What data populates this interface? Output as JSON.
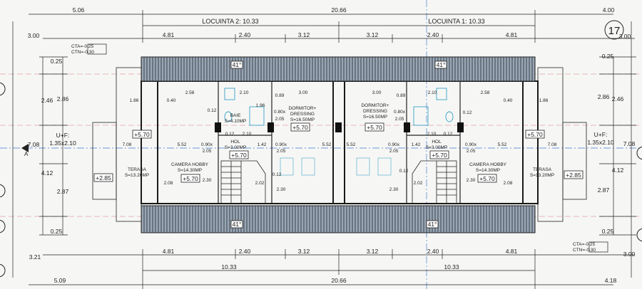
{
  "sheet": {
    "page_number": "17"
  },
  "top_dims": {
    "overall_left": "5.06",
    "overall_center": "20.66",
    "overall_right": "4.00",
    "unit_left": "LOCUINTA 2: 10.33",
    "unit_right": "LOCUINTA 1: 10.33",
    "seg": [
      "4.81",
      "2.40",
      "3.12",
      "3.12",
      "2.40",
      "4.81"
    ]
  },
  "bottom_dims": {
    "seg": [
      "4.81",
      "2.40",
      "3.12",
      "3.12",
      "2.40",
      "4.81"
    ],
    "unit_left": "10.33",
    "unit_right": "10.33",
    "overall_left": "5.09",
    "overall_center": "20.66",
    "overall_right": "4.18"
  },
  "left_dims": {
    "outer_top": "3.00",
    "outer_mid": "7.08",
    "outer_bottom": "3.21",
    "inner_top": "0.25",
    "a": "2.46",
    "b": "2.86",
    "c": "4.12",
    "d": "2.87",
    "inner_bottom": "0.25"
  },
  "right_dims": {
    "outer_top": "3.00",
    "outer_mid": "7.08",
    "outer_bottom": "3.00",
    "inner_top": "0.25",
    "a": "2.46",
    "b": "2.86",
    "c": "4.12",
    "d": "2.87",
    "inner_bottom": "0.25"
  },
  "levels": {
    "top_left_cta": "CTA=-0.25",
    "top_left_ctn": "CTN=-0.30",
    "bottom_right_cta": "CTA=-0.25",
    "bottom_right_ctn": "CTN=-0.30",
    "roof_slope": "41°"
  },
  "section_marker": "A",
  "windows": {
    "left": "U+F:",
    "left_size": "1.35x2.10",
    "right": "U+F:",
    "right_size": "1.35x2.10"
  },
  "rooms": {
    "baie_left": {
      "name": "BAIE",
      "area": "S=4.10MP"
    },
    "dormitor_left": {
      "name": "DORMITOR+",
      "name2": "DRESSING",
      "area": "S=16.50MP"
    },
    "dormitor_right": {
      "name": "DORMITOR+",
      "name2": "DRESSING",
      "area": "S=16.50MP"
    },
    "hol_left": {
      "name": "HOL",
      "area": "S=3.00MP"
    },
    "hol_right": {
      "name": "HOL",
      "area": "S=3.00MP"
    },
    "camera_left": {
      "name": "CAMERA HOBBY",
      "area": "S=14.30MP"
    },
    "camera_right": {
      "name": "CAMERA HOBBY",
      "area": "S=14.30MP"
    },
    "terasa_left": {
      "name": "TERASA",
      "area": "S=13.20MP"
    },
    "terasa_right": {
      "name": "TERASA",
      "area": "S=13.20MP"
    }
  },
  "elevation_tags": {
    "e570": "+5.70",
    "e285": "+2.85"
  },
  "inner_dims": {
    "d258": "2.58",
    "d210": "2.10",
    "d089": "0.89",
    "d300": "3.00",
    "d186": "1.86",
    "d040": "0.40",
    "d012": "0.12",
    "d196": "1.96",
    "d080": "0.80x",
    "d205": "2.05",
    "d090": "0.90x",
    "d142": "1.42",
    "d552": "5.52",
    "d708": "7.08",
    "d208": "2.08",
    "d230": "2.30",
    "d202": "2.02"
  }
}
